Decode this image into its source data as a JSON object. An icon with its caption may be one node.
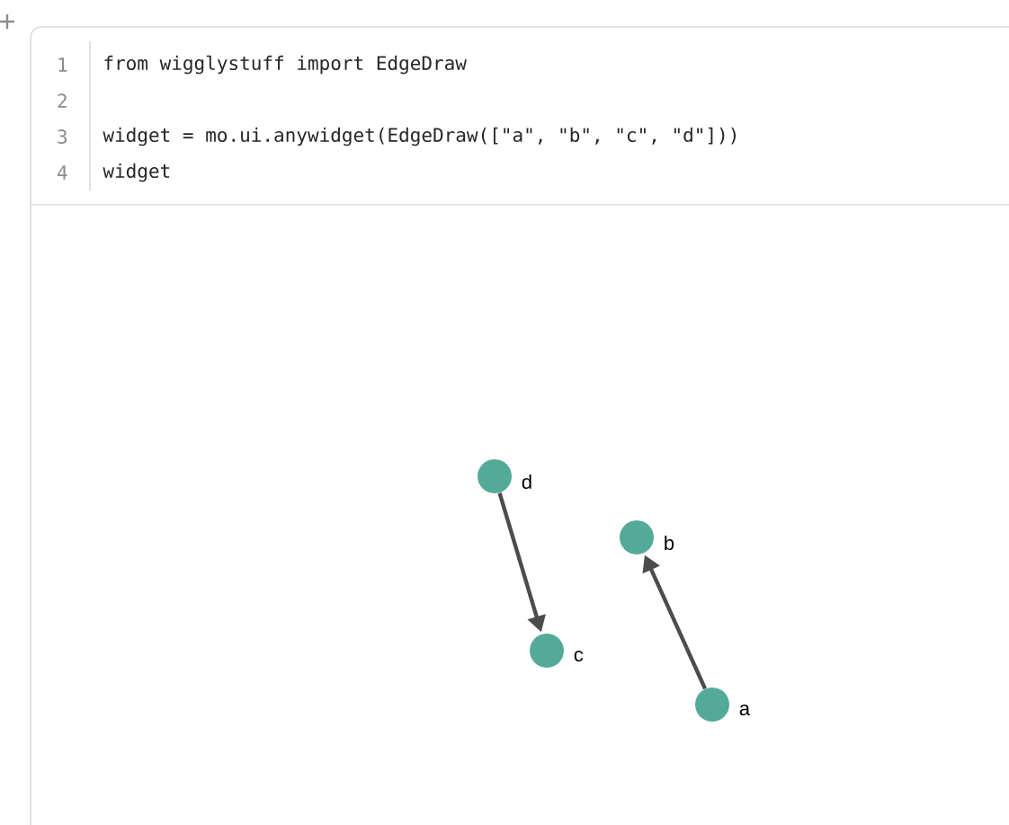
{
  "diagram": {
    "nodes": [
      {
        "text": [],
        "shape": "circle",
        "beside": [
          "d"
        ]
      },
      {
        "text": [],
        "shape": "circle",
        "beside": [
          "b"
        ]
      },
      {
        "text": [],
        "shape": "circle",
        "beside": [
          "c"
        ]
      },
      {
        "text": [],
        "shape": "circle",
        "beside": [
          "a"
        ]
      }
    ],
    "edges": [
      {
        "from": 0,
        "to": 2,
        "arrow": "to"
      },
      {
        "from": 3,
        "to": 1,
        "arrow": "to"
      }
    ],
    "labels": [
      "1",
      "from wigglystuff import EdgeDraw",
      "2",
      "3",
      "widget = mo.ui.anywidget(EdgeDraw([\"a\", \"b\", \"c\", \"d\"]))",
      "4",
      "widget"
    ]
  }
}
